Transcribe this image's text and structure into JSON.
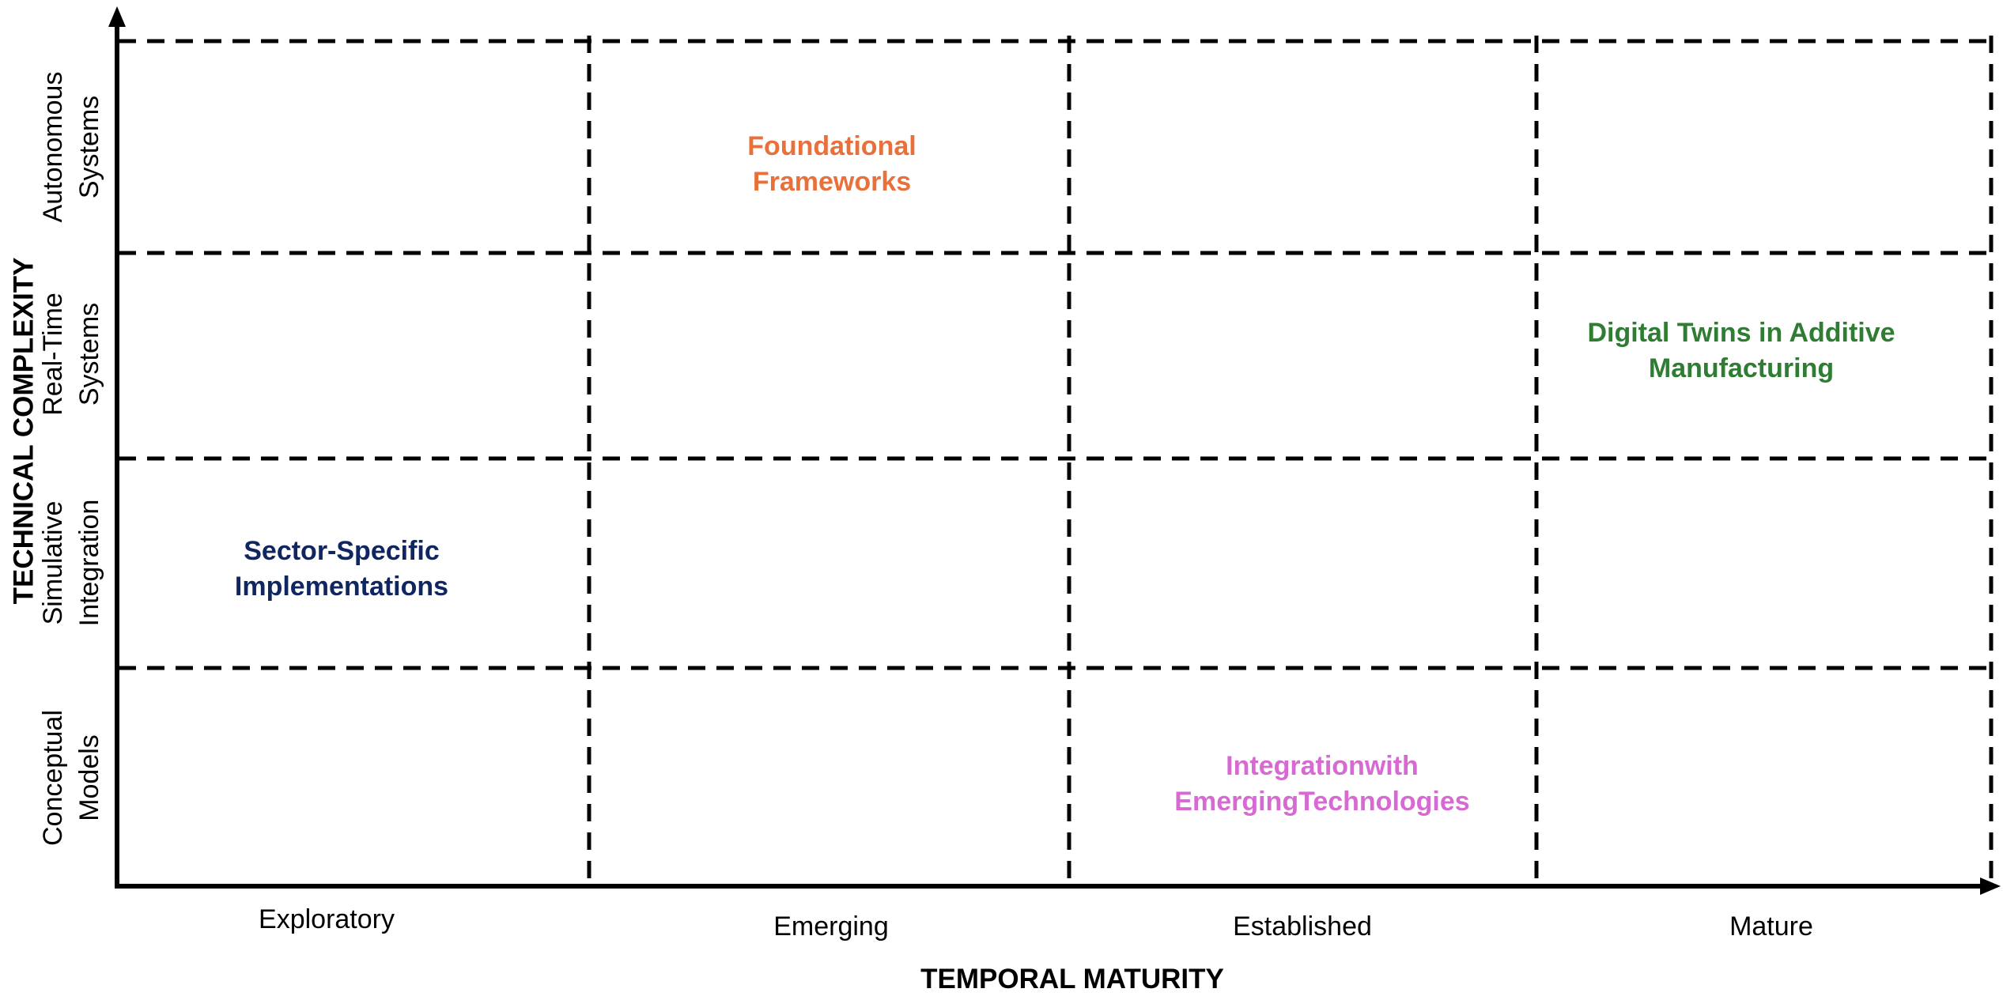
{
  "axes": {
    "x_title": "TEMPORAL MATURITY",
    "y_title": "TECHNICAL COMPLEXITY"
  },
  "columns": [
    "Exploratory",
    "Emerging",
    "Established",
    "Mature"
  ],
  "rows": [
    {
      "line1": "Autonomous",
      "line2": "Systems"
    },
    {
      "line1": "Real-Time",
      "line2": "Systems"
    },
    {
      "line1": "Simulative",
      "line2": "Integration"
    },
    {
      "line1": "Conceptual",
      "line2": "Models"
    }
  ],
  "cells": [
    {
      "line1": "Foundational",
      "line2": "Frameworks",
      "color": "#E8703A",
      "row": "Autonomous Systems",
      "column": "Emerging"
    },
    {
      "line1": "Digital Twins in Additive",
      "line2": "Manufacturing",
      "color": "#2E7D32",
      "row": "Real-Time Systems",
      "column": "Mature"
    },
    {
      "line1": "Sector-Specific",
      "line2": "Implementations",
      "color": "#0F2660",
      "row": "Simulative Integration",
      "column": "Exploratory"
    },
    {
      "line1": "Integrationwith",
      "line2": "EmergingTechnologies",
      "color": "#D66AD2",
      "row": "Conceptual Models",
      "column": "Established"
    }
  ]
}
